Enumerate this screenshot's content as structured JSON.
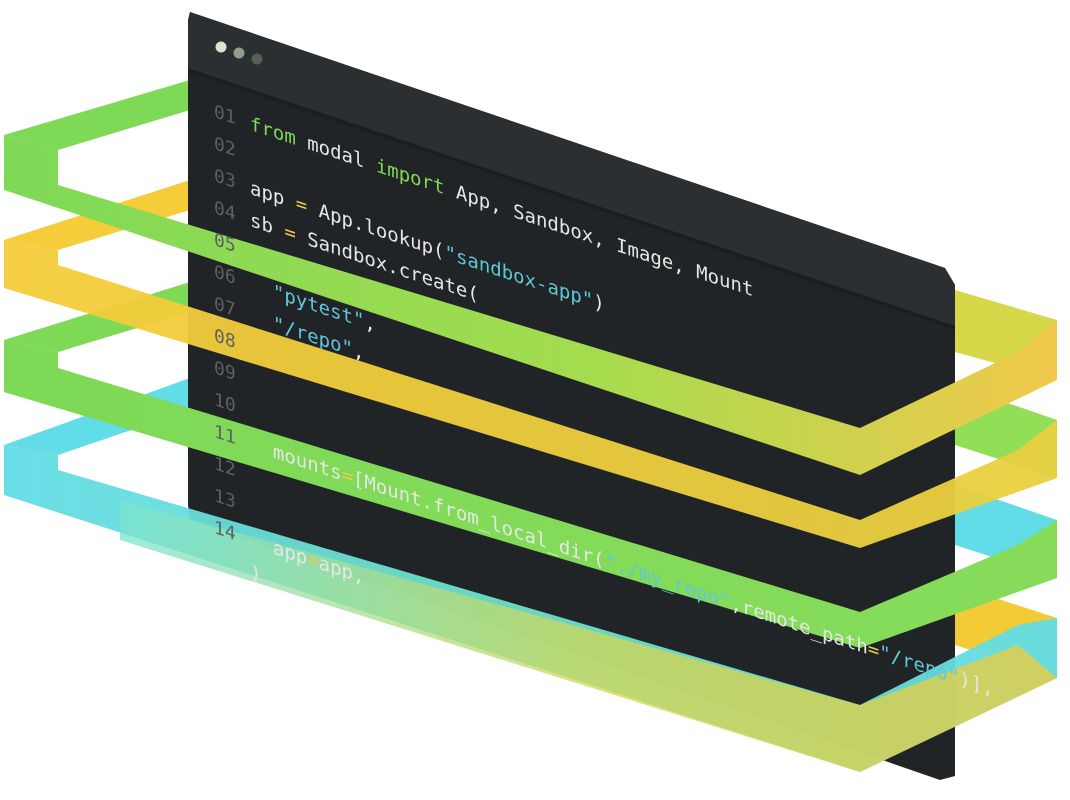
{
  "window": {
    "title_dots": [
      "close",
      "minimize",
      "maximize"
    ]
  },
  "colors": {
    "panel": "#212426",
    "header": "#2b2f31",
    "keyword": "#7ed957",
    "string": "#5fc8d8",
    "operator": "#f2c94c",
    "text": "#e6e6e6",
    "line_number": "#5d6163",
    "ring_green": "#7ed957",
    "ring_yellow": "#f2c94c",
    "ring_cyan": "#62dce6"
  },
  "code_lines": [
    {
      "n": "01",
      "tokens": [
        {
          "t": "from",
          "c": "kw"
        },
        {
          "t": " modal ",
          "c": "plain"
        },
        {
          "t": "import",
          "c": "kw"
        },
        {
          "t": " App, Sandbox, Image, Mount",
          "c": "plain"
        }
      ]
    },
    {
      "n": "02",
      "tokens": []
    },
    {
      "n": "03",
      "tokens": [
        {
          "t": "app ",
          "c": "plain"
        },
        {
          "t": "=",
          "c": "op"
        },
        {
          "t": " App.lookup(",
          "c": "plain"
        },
        {
          "t": "\"sandbox-app\"",
          "c": "str"
        },
        {
          "t": ")",
          "c": "plain"
        }
      ]
    },
    {
      "n": "04",
      "tokens": [
        {
          "t": "sb ",
          "c": "plain"
        },
        {
          "t": "=",
          "c": "op"
        },
        {
          "t": " Sandbox.create(",
          "c": "plain"
        }
      ]
    },
    {
      "n": "05",
      "tokens": []
    },
    {
      "n": "06",
      "tokens": [
        {
          "t": "  \"pytest\"",
          "c": "str"
        },
        {
          "t": ",",
          "c": "plain"
        }
      ]
    },
    {
      "n": "07",
      "tokens": [
        {
          "t": "  \"/repo\"",
          "c": "str"
        },
        {
          "t": ",",
          "c": "plain"
        }
      ]
    },
    {
      "n": "08",
      "tokens": []
    },
    {
      "n": "09",
      "tokens": []
    },
    {
      "n": "10",
      "tokens": []
    },
    {
      "n": "11",
      "tokens": [
        {
          "t": "  mounts",
          "c": "plain"
        },
        {
          "t": "=",
          "c": "op"
        },
        {
          "t": "[Mount.from_local_dir(",
          "c": "plain"
        },
        {
          "t": "\"./my_repo\"",
          "c": "str"
        },
        {
          "t": ",remote_path",
          "c": "plain"
        },
        {
          "t": "=",
          "c": "op"
        },
        {
          "t": "\"/repo\"",
          "c": "str"
        },
        {
          "t": ")],",
          "c": "plain"
        }
      ]
    },
    {
      "n": "12",
      "tokens": []
    },
    {
      "n": "13",
      "tokens": []
    },
    {
      "n": "14",
      "tokens": [
        {
          "t": "  app",
          "c": "plain"
        },
        {
          "t": "=",
          "c": "op"
        },
        {
          "t": "app,",
          "c": "plain"
        }
      ]
    },
    {
      "n": "",
      "tokens": [
        {
          "t": ")",
          "c": "plain"
        }
      ]
    }
  ]
}
